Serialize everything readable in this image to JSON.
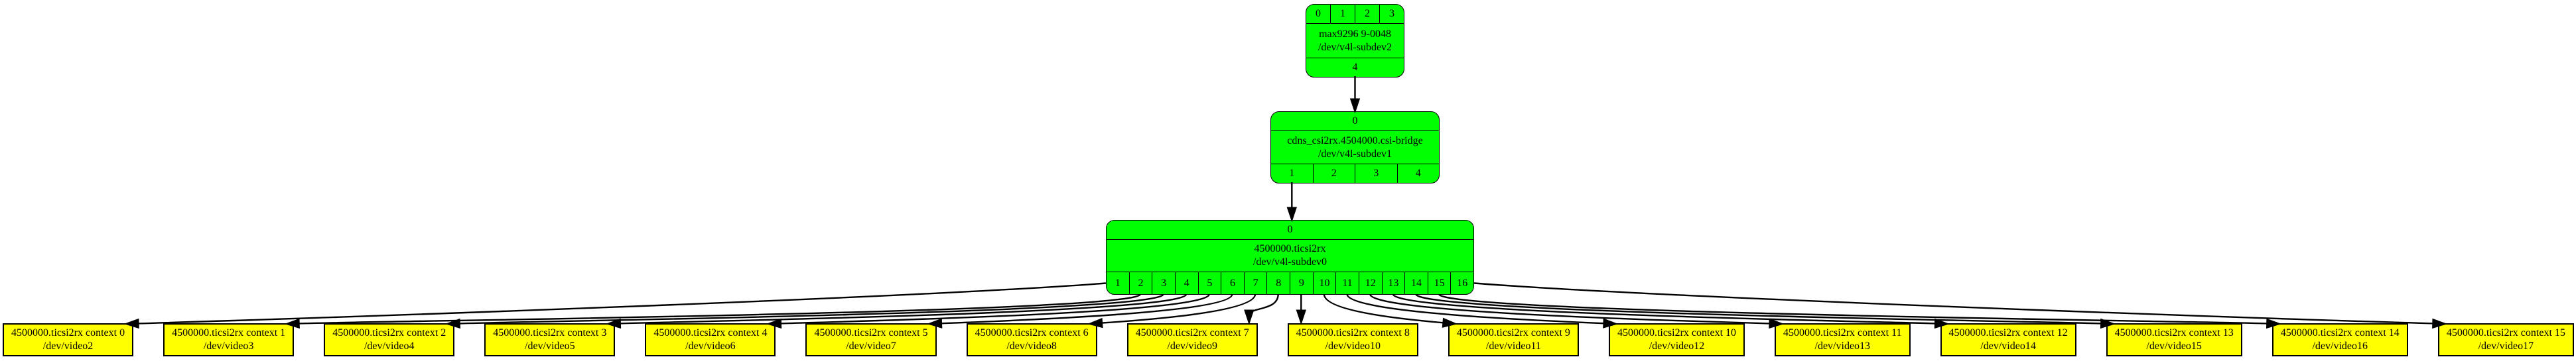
{
  "colors": {
    "background": "#ffffff",
    "subdev_fill": "#00ff00",
    "video_fill": "#ffff00",
    "border": "#000000",
    "edge": "#000000",
    "text": "#000000"
  },
  "subdevs": [
    {
      "id": "max9296",
      "name": "max9296 9-0048",
      "device": "/dev/v4l-subdev2",
      "top_pads": [
        "0",
        "1",
        "2",
        "3"
      ],
      "bottom_pads": [
        "4"
      ]
    },
    {
      "id": "csi-bridge",
      "name": "cdns_csi2rx.4504000.csi-bridge",
      "device": "/dev/v4l-subdev1",
      "top_pads": [
        "0"
      ],
      "bottom_pads": [
        "1",
        "2",
        "3",
        "4"
      ]
    },
    {
      "id": "ticsi2rx",
      "name": "4500000.ticsi2rx",
      "device": "/dev/v4l-subdev0",
      "top_pads": [
        "0"
      ],
      "bottom_pads": [
        "1",
        "2",
        "3",
        "4",
        "5",
        "6",
        "7",
        "8",
        "9",
        "10",
        "11",
        "12",
        "13",
        "14",
        "15",
        "16"
      ]
    }
  ],
  "video_devices": [
    {
      "name": "4500000.ticsi2rx context 0",
      "device": "/dev/video2"
    },
    {
      "name": "4500000.ticsi2rx context 1",
      "device": "/dev/video3"
    },
    {
      "name": "4500000.ticsi2rx context 2",
      "device": "/dev/video4"
    },
    {
      "name": "4500000.ticsi2rx context 3",
      "device": "/dev/video5"
    },
    {
      "name": "4500000.ticsi2rx context 4",
      "device": "/dev/video6"
    },
    {
      "name": "4500000.ticsi2rx context 5",
      "device": "/dev/video7"
    },
    {
      "name": "4500000.ticsi2rx context 6",
      "device": "/dev/video8"
    },
    {
      "name": "4500000.ticsi2rx context 7",
      "device": "/dev/video9"
    },
    {
      "name": "4500000.ticsi2rx context 8",
      "device": "/dev/video10"
    },
    {
      "name": "4500000.ticsi2rx context 9",
      "device": "/dev/video11"
    },
    {
      "name": "4500000.ticsi2rx context 10",
      "device": "/dev/video12"
    },
    {
      "name": "4500000.ticsi2rx context 11",
      "device": "/dev/video13"
    },
    {
      "name": "4500000.ticsi2rx context 12",
      "device": "/dev/video14"
    },
    {
      "name": "4500000.ticsi2rx context 13",
      "device": "/dev/video15"
    },
    {
      "name": "4500000.ticsi2rx context 14",
      "device": "/dev/video16"
    },
    {
      "name": "4500000.ticsi2rx context 15",
      "device": "/dev/video17"
    }
  ],
  "links": [
    {
      "from": "max9296:4",
      "to": "csi-bridge:0"
    },
    {
      "from": "csi-bridge:1",
      "to": "ticsi2rx:0"
    },
    {
      "from": "ticsi2rx:1",
      "to": "video:0"
    },
    {
      "from": "ticsi2rx:2",
      "to": "video:1"
    },
    {
      "from": "ticsi2rx:3",
      "to": "video:2"
    },
    {
      "from": "ticsi2rx:4",
      "to": "video:3"
    },
    {
      "from": "ticsi2rx:5",
      "to": "video:4"
    },
    {
      "from": "ticsi2rx:6",
      "to": "video:5"
    },
    {
      "from": "ticsi2rx:7",
      "to": "video:6"
    },
    {
      "from": "ticsi2rx:8",
      "to": "video:7"
    },
    {
      "from": "ticsi2rx:9",
      "to": "video:8"
    },
    {
      "from": "ticsi2rx:10",
      "to": "video:9"
    },
    {
      "from": "ticsi2rx:11",
      "to": "video:10"
    },
    {
      "from": "ticsi2rx:12",
      "to": "video:11"
    },
    {
      "from": "ticsi2rx:13",
      "to": "video:12"
    },
    {
      "from": "ticsi2rx:14",
      "to": "video:13"
    },
    {
      "from": "ticsi2rx:15",
      "to": "video:14"
    },
    {
      "from": "ticsi2rx:16",
      "to": "video:15"
    }
  ]
}
